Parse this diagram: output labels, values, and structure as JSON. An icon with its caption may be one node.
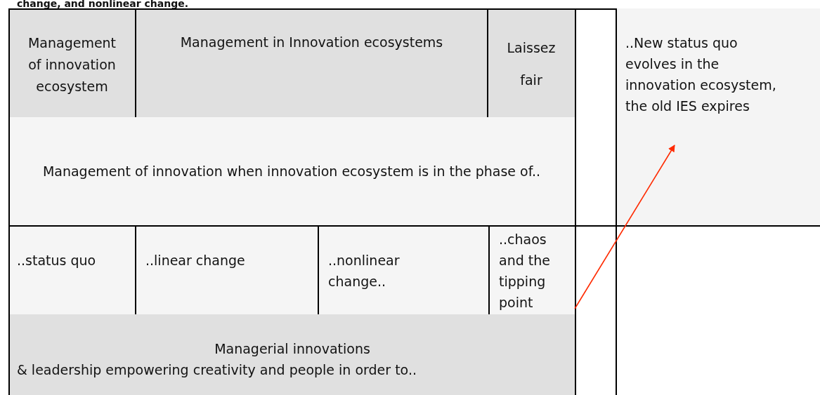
{
  "diagram": {
    "title": "change, and nonlinear change.",
    "nodes": [
      {
        "text": [
          "Management of innovation ecosystem"
        ]
      },
      {
        "text": [
          "Management in Innovation ecosystems"
        ]
      },
      {
        "text": [
          "Laissez fair"
        ]
      },
      {
        "text": [
          "..New status quo evolves in the innovation ecosystem, the old IES expires"
        ]
      },
      {
        "text": [
          "Management of innovation when innovation ecosystem is in the phase of.."
        ]
      },
      {
        "text": [
          "..status quo"
        ]
      },
      {
        "text": [
          "..linear change"
        ]
      },
      {
        "text": [
          "..nonlinear change.."
        ]
      },
      {
        "text": [
          "..chaos and the tipping point"
        ]
      },
      {
        "text": [
          "Managerial innovations",
          "& leadership empowering creativity and people in order to.."
        ]
      }
    ],
    "edges": [
      {
        "from": 8,
        "to": 3,
        "arrow": "to",
        "color": "#ff2a00"
      }
    ]
  }
}
